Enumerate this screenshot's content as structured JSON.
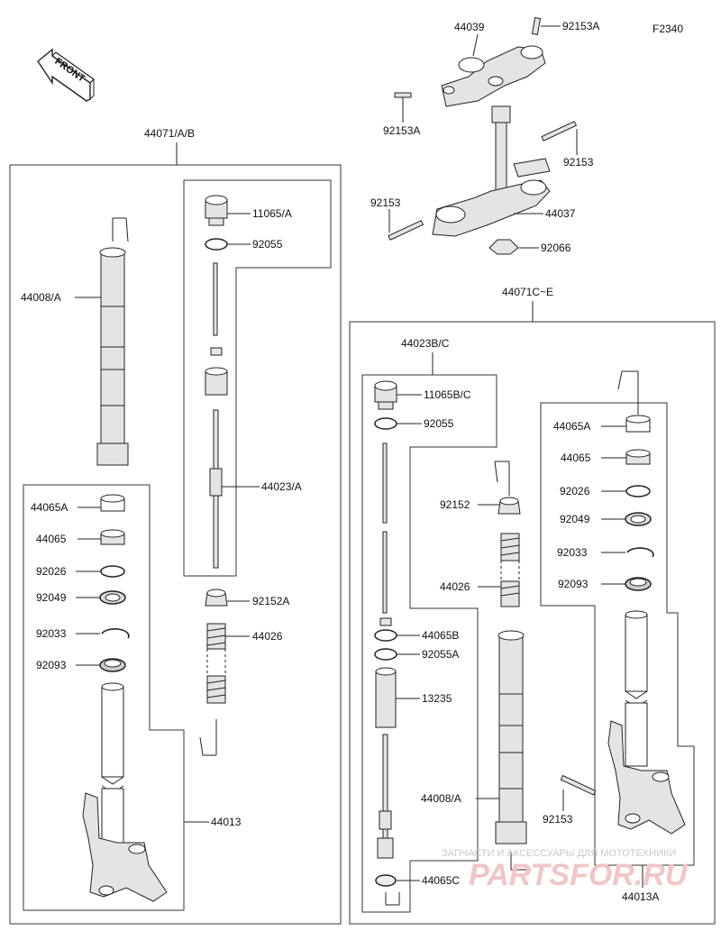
{
  "figure_code": "F2340",
  "front_label": "FRONT",
  "watermark": {
    "tagline": "ЗАПЧАСТИ И АКСЕССУАРЫ ДЛЯ МОТОТЕХНИКИ",
    "logo": "PARTSFOR.RU"
  },
  "group_labels": {
    "left_assembly": "44071/A/B",
    "right_assembly": "44071C~E",
    "left_inner": "44023/A",
    "right_inner": "44023B/C"
  },
  "part_labels": {
    "p44039": "44039",
    "p92153A_top": "92153A",
    "p92153A_left": "92153A",
    "p92153_right": "92153",
    "p92153_left": "92153",
    "p44037": "44037",
    "p92066": "92066",
    "p11065A": "11065/A",
    "p92055_l": "92055",
    "p44008A_l": "44008/A",
    "p44065A_l": "44065A",
    "p44065_l": "44065",
    "p92026_l": "92026",
    "p92049_l": "92049",
    "p92033_l": "92033",
    "p92093_l": "92093",
    "p92152A": "92152A",
    "p44026_l": "44026",
    "p44013": "44013",
    "p11065BC": "11065B/C",
    "p92055_r": "92055",
    "p92152": "92152",
    "p44026_r": "44026",
    "p44065B": "44065B",
    "p92055A": "92055A",
    "p13235": "13235",
    "p44008A_r": "44008/A",
    "p44065C": "44065C",
    "p44065A_r": "44065A",
    "p44065_r": "44065",
    "p92026_r": "92026",
    "p92049_r": "92049",
    "p92033_r": "92033",
    "p92093_r": "92093",
    "p92153_fork": "92153",
    "p44013A": "44013A"
  }
}
